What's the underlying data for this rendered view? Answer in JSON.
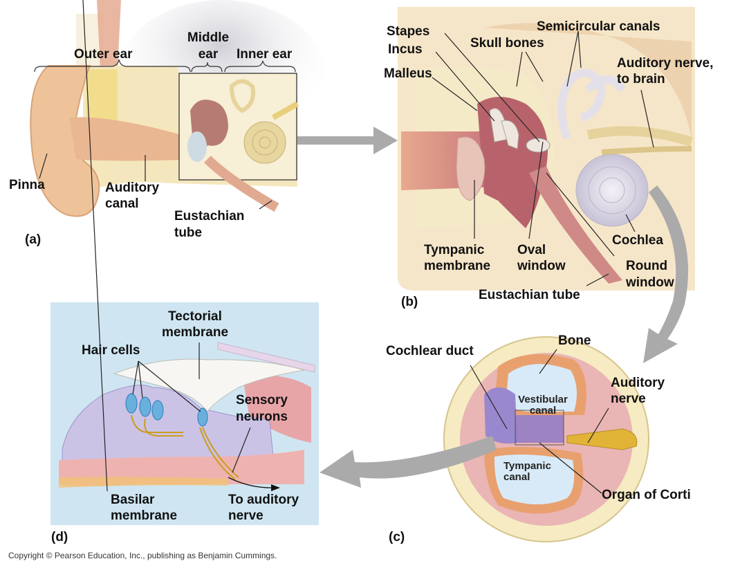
{
  "figure": {
    "copyright": "Copyright © Pearson Education, Inc., publishing as Benjamin Cummings.",
    "colors": {
      "skin": "#eec39a",
      "bone": "#f6ebc6",
      "canal_red": "#c9727a",
      "cochlea_blue": "#d7e9f6",
      "panel_d_bg": "#cfe6f2",
      "arrow_gray": "#a9a9a9",
      "nerve_yellow": "#e0b53c",
      "membrane_purple": "#a99bd6"
    }
  },
  "panel_a": {
    "tag": "(a)",
    "labels": {
      "outer_ear": "Outer ear",
      "middle_ear_1": "Middle",
      "middle_ear_2": "ear",
      "inner_ear": "Inner ear",
      "pinna": "Pinna",
      "auditory_canal_1": "Auditory",
      "auditory_canal_2": "canal",
      "eustachian_1": "Eustachian",
      "eustachian_2": "tube"
    }
  },
  "panel_b": {
    "tag": "(b)",
    "labels": {
      "stapes": "Stapes",
      "incus": "Incus",
      "malleus": "Malleus",
      "skull_bones": "Skull bones",
      "semicircular": "Semicircular canals",
      "auditory_nerve_1": "Auditory nerve,",
      "auditory_nerve_2": "to brain",
      "cochlea": "Cochlea",
      "tympanic_1": "Tympanic",
      "tympanic_2": "membrane",
      "oval_1": "Oval",
      "oval_2": "window",
      "round_1": "Round",
      "round_2": "window",
      "eustachian": "Eustachian tube"
    }
  },
  "panel_c": {
    "tag": "(c)",
    "labels": {
      "cochlear_duct": "Cochlear duct",
      "bone": "Bone",
      "auditory_1": "Auditory",
      "auditory_2": "nerve",
      "vestibular_1": "Vestibular",
      "vestibular_2": "canal",
      "tympanic_1": "Tympanic",
      "tympanic_2": "canal",
      "organ_corti": "Organ of Corti"
    }
  },
  "panel_d": {
    "tag": "(d)",
    "labels": {
      "tectorial_1": "Tectorial",
      "tectorial_2": "membrane",
      "hair_cells": "Hair cells",
      "sensory_1": "Sensory",
      "sensory_2": "neurons",
      "basilar_1": "Basilar",
      "basilar_2": "membrane",
      "to_nerve_1": "To auditory",
      "to_nerve_2": "nerve"
    }
  }
}
